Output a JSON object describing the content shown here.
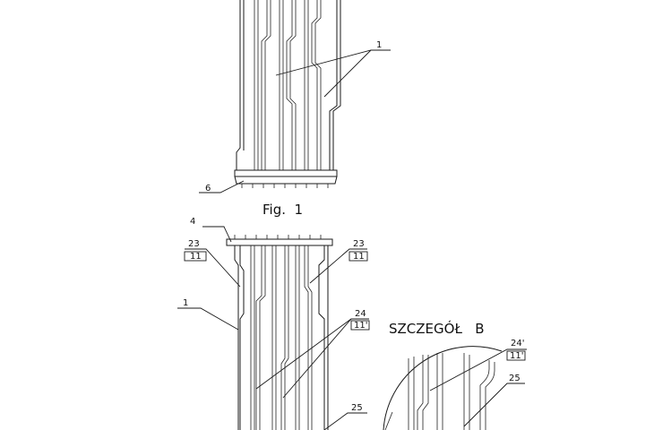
{
  "figure": {
    "caption": "Fig.  1",
    "detail_title": "SZCZEGÓŁ   B"
  },
  "labels": {
    "l1_top": "1",
    "l6": "6",
    "l4": "4",
    "l23_left": "23",
    "l11_left": "11",
    "l23_right": "23",
    "l11_right": "11",
    "l1_bottom": "1",
    "l24": "24",
    "l11p": "11'",
    "l25": "25",
    "l24p_detail": "24'",
    "l11p_detail": "11'",
    "l25_detail": "25"
  },
  "colors": {
    "line": "#1a1a1a",
    "background": "#ffffff"
  }
}
